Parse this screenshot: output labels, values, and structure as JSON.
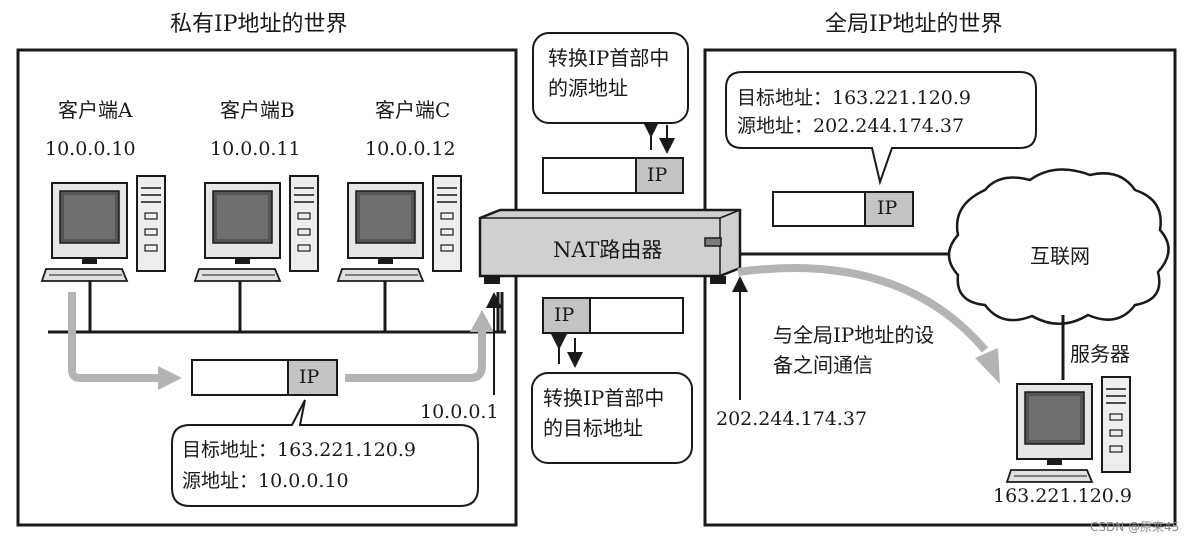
{
  "left_world_title": "私有IP地址的世界",
  "right_world_title": "全局IP地址的世界",
  "clients": [
    {
      "name": "客户端A",
      "ip": "10.0.0.10"
    },
    {
      "name": "客户端B",
      "ip": "10.0.0.11"
    },
    {
      "name": "客户端C",
      "ip": "10.0.0.12"
    }
  ],
  "router_label": "NAT路由器",
  "router_private_ip": "10.0.0.1",
  "router_global_ip": "202.244.174.37",
  "packet_field_label": "IP",
  "note_top": "转换IP首部中的源地址",
  "note_bottom": "转换IP首部中的目标地址",
  "left_packet_info": {
    "dest": "目标地址：163.221.120.9",
    "src": "源地址：10.0.0.10"
  },
  "right_packet_info": {
    "dest": "目标地址：163.221.120.9",
    "src": "源地址：202.244.174.37"
  },
  "internet_label": "互联网",
  "server_label": "服务器",
  "server_ip": "163.221.120.9",
  "communicate_note": "与全局IP地址的设备之间通信",
  "watermark": "CSDN @原来45",
  "colors": {
    "line": "#1a1a1a",
    "flow_arrow": "#b4b4b4",
    "header_field": "#c4c4c4",
    "router_body": "#d0d0d0",
    "screen": "#555555"
  }
}
